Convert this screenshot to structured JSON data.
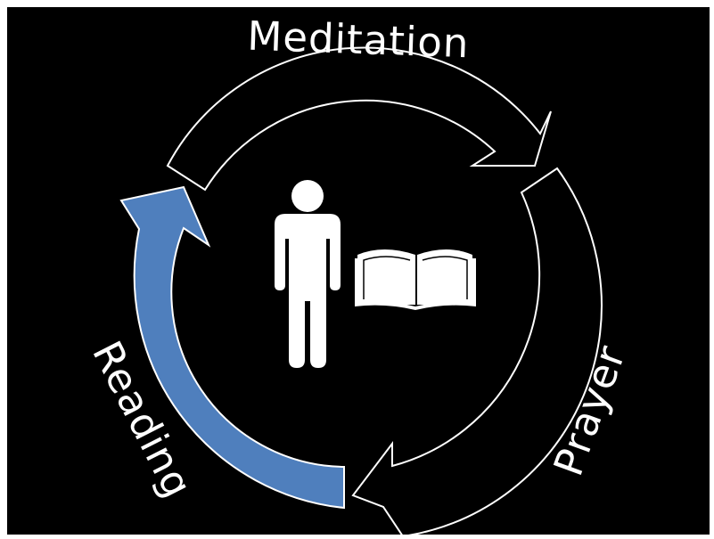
{
  "diagram": {
    "labels": {
      "top": "Meditation",
      "right": "Prayer",
      "left": "Reading"
    },
    "colors": {
      "background": "#000000",
      "arrow_outline": "#ffffff",
      "highlight_arrow": "#4f7fbd",
      "icon": "#ffffff"
    },
    "icons": [
      "person-icon",
      "open-book-icon"
    ],
    "highlighted_step": "Reading"
  }
}
